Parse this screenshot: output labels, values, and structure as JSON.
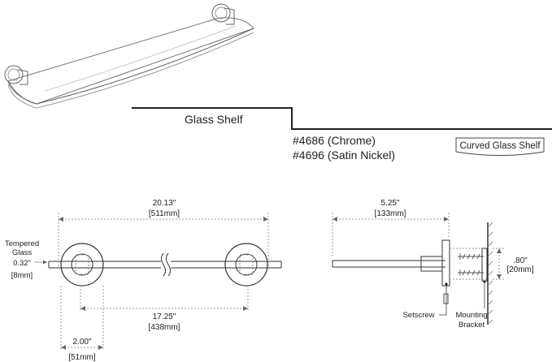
{
  "header": {
    "title": "Glass Shelf",
    "models": [
      "#4686 (Chrome)",
      "#4696 (Satin Nickel)"
    ],
    "badge": "Curved Glass Shelf"
  },
  "labels": {
    "tempered_glass_line1": "Tempered",
    "tempered_glass_line2": "Glass",
    "glass_thickness_in": "0.32\"",
    "glass_thickness_mm": "[8mm]",
    "setscrew": "Setscrew",
    "mounting_bracket_line1": "Mounting",
    "mounting_bracket_line2": "Bracket"
  },
  "dimensions": {
    "overall_width_in": "20.13\"",
    "overall_width_mm": "[511mm]",
    "bracket_spacing_in": "17.25\"",
    "bracket_spacing_mm": "[438mm]",
    "flange_diameter_in": "2.00\"",
    "flange_diameter_mm": "[51mm]",
    "depth_in": "5.25\"",
    "depth_mm": "[133mm]",
    "height_in": ".80\"",
    "height_mm": "[20mm]"
  },
  "colors": {
    "line": "#222222",
    "light_line": "#888888",
    "dim_line": "#9a9a9a"
  }
}
